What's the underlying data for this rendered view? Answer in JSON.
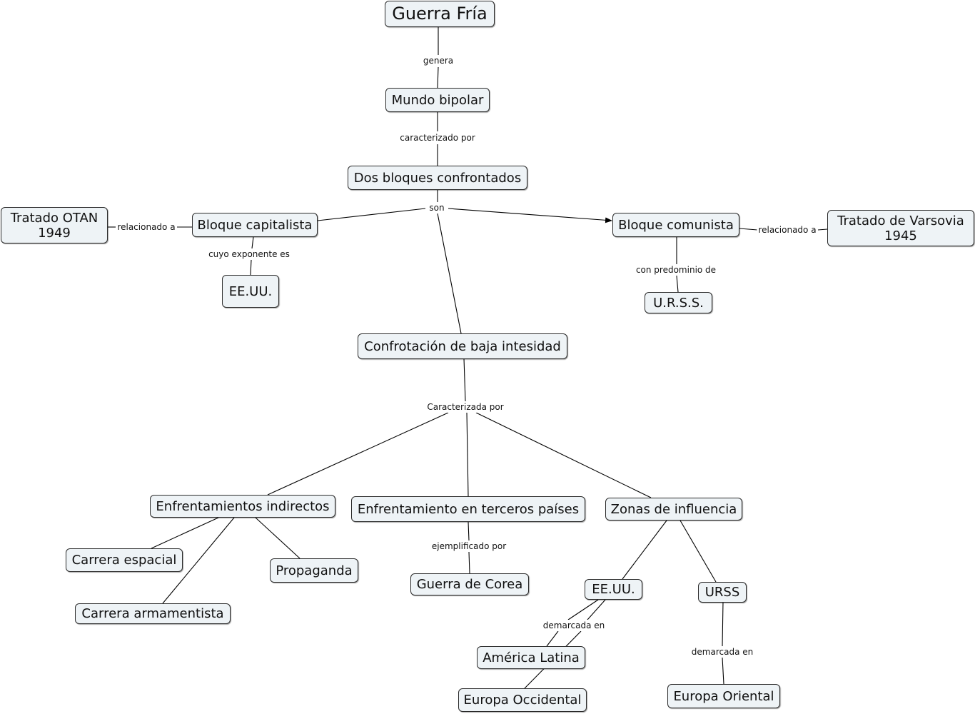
{
  "concepts": {
    "guerra_fria": "Guerra Fría",
    "mundo_bipolar": "Mundo bipolar",
    "dos_bloques": "Dos bloques confrontados",
    "bloque_capitalista": "Bloque capitalista",
    "bloque_comunista": "Bloque comunista",
    "tratado_otan": "Tratado OTAN\n1949",
    "tratado_varsovia": "Tratado de Varsovia\n1945",
    "eeuu_capitalista": "EE.UU.",
    "urss_comunista": "U.R.S.S.",
    "confrontacion": "Confrotación de baja intesidad",
    "enfrentamientos_indirectos": "Enfrentamientos indirectos",
    "enfrentamiento_terceros": "Enfrentamiento en terceros países",
    "zonas_influencia": "Zonas de influencia",
    "carrera_espacial": "Carrera espacial",
    "propaganda": "Propaganda",
    "carrera_armamentista": "Carrera armamentista",
    "guerra_corea": "Guerra de Corea",
    "eeuu_zona": "EE.UU.",
    "urss_zona": "URSS",
    "america_latina": "América Latina",
    "europa_occidental": "Europa Occidental",
    "europa_oriental": "Europa Oriental"
  },
  "link_labels": {
    "genera": "genera",
    "caracterizado_por": "caracterizado por",
    "son": "son",
    "relacionado_a_otan": "relacionado a",
    "relacionado_a_varsovia": "relacionado a",
    "cuyo_exponente_es": "cuyo exponente es",
    "con_predominio_de": "con predominio de",
    "caracterizada_por": "Caracterizada por",
    "ejemplificado_por": "ejemplificado por",
    "demarcada_en_eeuu": "demarcada en",
    "demarcada_en_urss": "demarcada en"
  }
}
